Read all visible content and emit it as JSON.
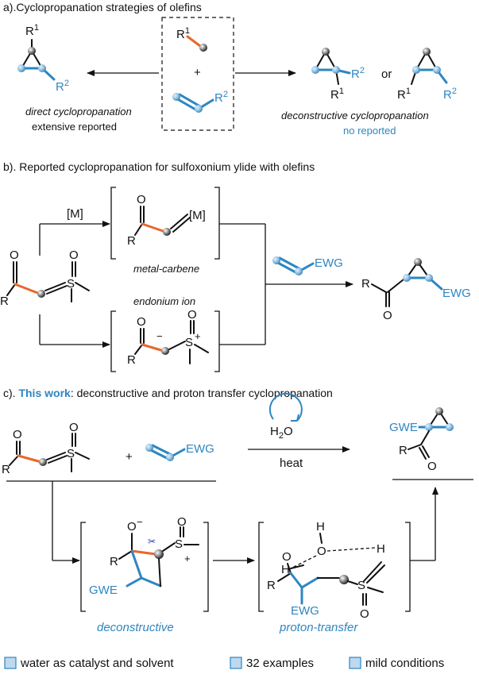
{
  "section_a": {
    "header": "a).Cyclopropanation strategies of olefins",
    "direct_title": "direct cyclopropanation",
    "direct_sub": "extensive reported",
    "decon_title": "deconstructive cyclopropanation",
    "decon_sub": "no reported",
    "or_word": "or",
    "plus": "+",
    "r": "R",
    "sup1": "1",
    "sup2": "2"
  },
  "section_b": {
    "header": "b). Reported cyclopropanation for sulfoxonium ylide with olefins",
    "metal": "[M]",
    "metal_carbene": "metal-carbene",
    "endonium": "endonium ion",
    "ewg": "EWG",
    "o": "O",
    "s": "S",
    "r": "R",
    "minus": "−",
    "plus_charge": "+"
  },
  "section_c": {
    "header_prefix": "c).",
    "header_highlight": "This work",
    "header_rest": ": deconstructive and proton transfer cyclopropanation",
    "water": "H",
    "water_sub": "2",
    "water_o": "O",
    "heat": "heat",
    "gwe": "GWE",
    "ewg": "EWG",
    "deconstructive": "deconstructive",
    "proton_transfer": "proton-transfer",
    "h": "H",
    "o": "O",
    "s": "S",
    "r": "R",
    "minus": "−",
    "plus_charge": "+",
    "plus_sign": "+"
  },
  "footer": {
    "items": [
      "water as catalyst and solvent",
      "32 examples",
      "mild conditions"
    ],
    "marker_color": "#2e86c1"
  },
  "colors": {
    "accent_blue": "#2e86c1",
    "orange": "#e8682a",
    "black": "#111111"
  }
}
